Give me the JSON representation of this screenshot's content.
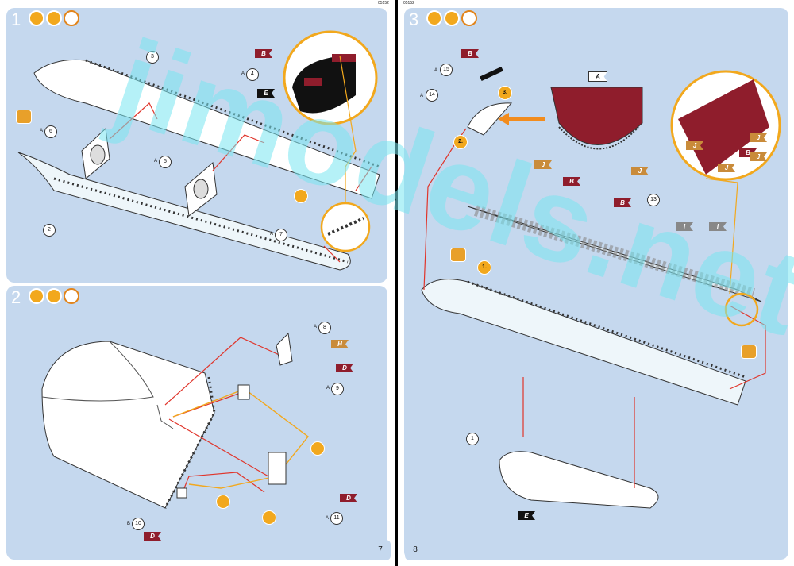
{
  "left_page": {
    "code": "05152",
    "number": "7",
    "step1": {
      "number": "1",
      "parts": [
        {
          "num": "3",
          "prefix": ""
        },
        {
          "num": "4",
          "prefix": "A"
        },
        {
          "num": "6",
          "prefix": "A"
        },
        {
          "num": "5",
          "prefix": "A"
        },
        {
          "num": "7",
          "prefix": "A"
        },
        {
          "num": "2",
          "prefix": ""
        }
      ],
      "flags": [
        "B",
        "E"
      ]
    },
    "step2": {
      "number": "2",
      "parts": [
        {
          "num": "8",
          "prefix": "A"
        },
        {
          "num": "9",
          "prefix": "A"
        },
        {
          "num": "10",
          "prefix": "B"
        },
        {
          "num": "11",
          "prefix": "A"
        }
      ],
      "flags": [
        "H",
        "D",
        "D",
        "D"
      ]
    }
  },
  "right_page": {
    "code": "05152",
    "number": "8",
    "step3": {
      "number": "3",
      "parts": [
        {
          "num": "15",
          "prefix": "A"
        },
        {
          "num": "14",
          "prefix": "A"
        },
        {
          "num": "13",
          "prefix": ""
        },
        {
          "num": "1",
          "prefix": ""
        }
      ],
      "flags": [
        "B",
        "A",
        "J",
        "B",
        "J",
        "B",
        "J",
        "B",
        "J",
        "J",
        "J",
        "I",
        "I",
        "E"
      ],
      "substeps": [
        "1.",
        "2.",
        "3."
      ]
    }
  },
  "watermark": "jimodels.net",
  "colors": {
    "panel": "#c5d8ee",
    "accent_orange": "#f2a81d",
    "maroon": "#8f1d2c",
    "red_line": "#e0352b"
  }
}
